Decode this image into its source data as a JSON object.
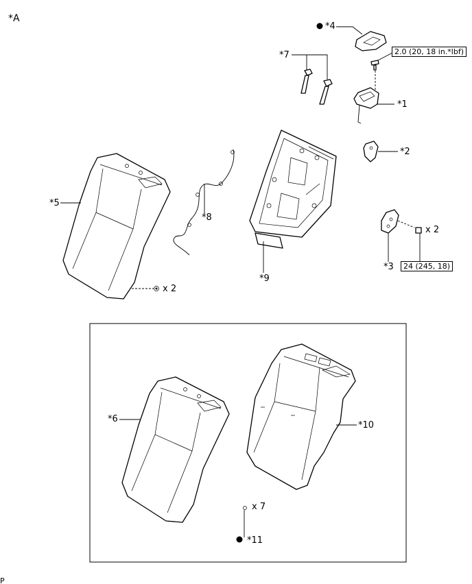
{
  "view_label": "*A",
  "corner_label": "P",
  "parts": {
    "p1": "*1",
    "p2": "*2",
    "p3": "*3",
    "p4": "*4",
    "p5": "*5",
    "p6": "*6",
    "p7": "*7",
    "p8": "*8",
    "p9": "*9",
    "p10": "*10",
    "p11": "*11"
  },
  "torque": {
    "screw": "2.0 (20, 18 in.*lbf)",
    "bolt": "24 (245, 18)"
  },
  "quantities": {
    "bolt": "x 2",
    "clip": "x 2",
    "hog_ring": "x 7"
  },
  "legend_symbols": {
    "non_reusable": "filled-dot-icon"
  }
}
